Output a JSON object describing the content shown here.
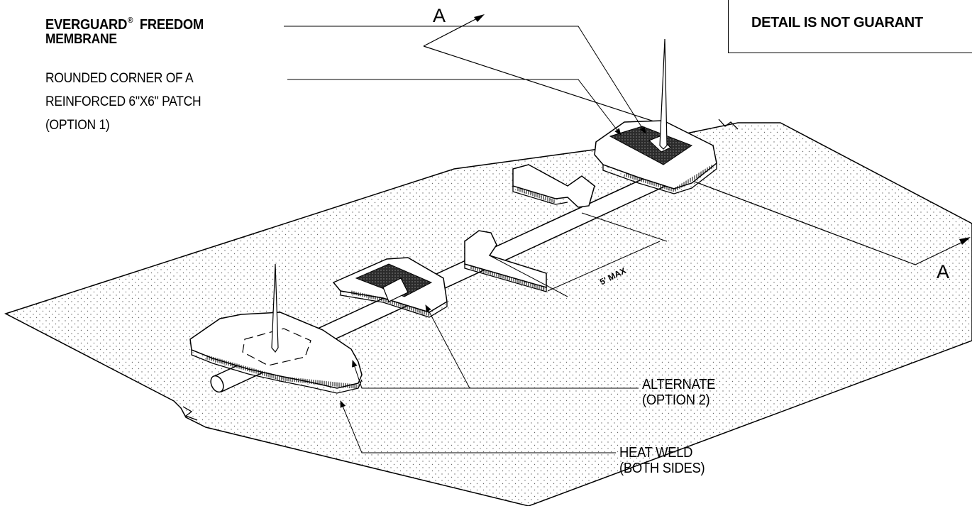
{
  "note": {
    "text": "DETAIL IS NOT GUARANT"
  },
  "section_marks": {
    "top": "A",
    "right": "A"
  },
  "labels": {
    "membrane_line1": "EVERGUARD",
    "membrane_reg": "®",
    "membrane_line1b": "FREEDOM",
    "membrane_line2": "MEMBRANE",
    "corner_line1": "ROUNDED CORNER OF A",
    "corner_line2": "REINFORCED 6\"X6\" PATCH",
    "corner_line3": "(OPTION 1)",
    "alternate_line1": "ALTERNATE",
    "alternate_line2": "(OPTION 2)",
    "heatweld_line1": "HEAT WELD",
    "heatweld_line2": "(BOTH SIDES)"
  },
  "dimension": {
    "text": "5' MAX"
  },
  "colors": {
    "ink": "#000000",
    "paper": "#ffffff",
    "stipple": "#6a6a6a"
  }
}
